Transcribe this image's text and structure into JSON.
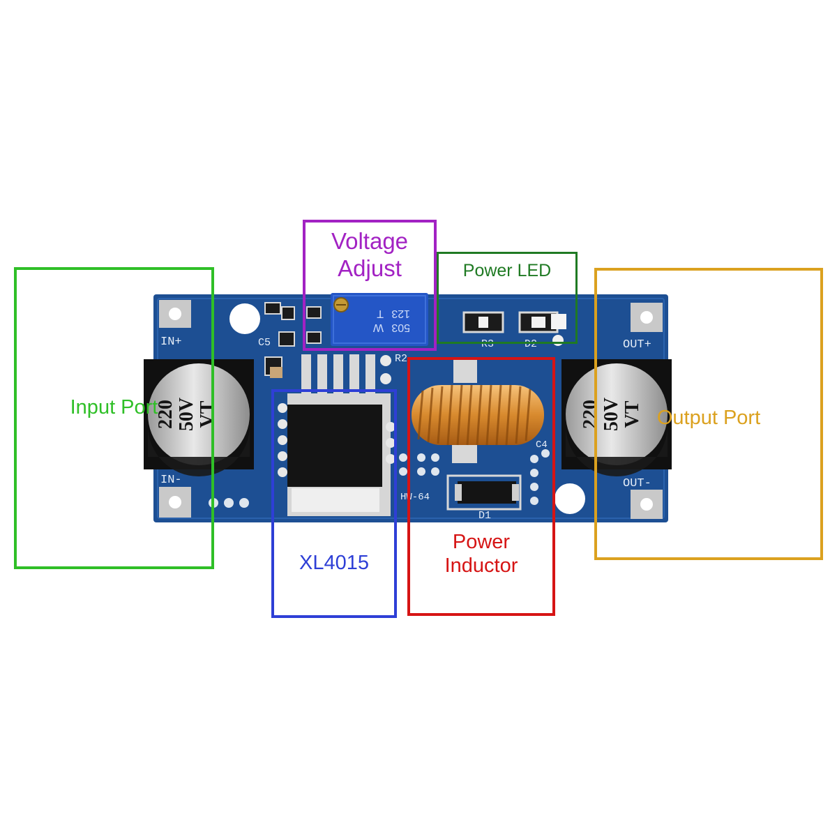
{
  "callouts": {
    "input_port": {
      "label": "Input Port",
      "color": "#2fbf27"
    },
    "voltage_adjust": {
      "label": "Voltage\nAdjust",
      "color": "#a222c3"
    },
    "power_led": {
      "label": "Power LED",
      "color": "#1f7a23"
    },
    "output_port": {
      "label": "Output Port",
      "color": "#dba11f"
    },
    "xl4015": {
      "label": "XL4015",
      "color": "#2e3fd6"
    },
    "power_inductor": {
      "label": "Power\nInductor",
      "color": "#d61414"
    }
  },
  "board": {
    "color": "#1d4f93",
    "silkscreen": {
      "in_plus": "IN+",
      "in_minus": "IN-",
      "out_plus": "OUT+",
      "out_minus": "OUT-",
      "c5": "C5",
      "r2": "R2",
      "r3": "R3",
      "d2": "D2",
      "c4": "C4",
      "d1": "D1",
      "model": "HW-64"
    },
    "capacitor_left": {
      "line1": "220",
      "line2": "50V",
      "line3": "VT"
    },
    "capacitor_right": {
      "line1": "220",
      "line2": "50V",
      "line3": "VT"
    },
    "potentiometer": {
      "line1": "503",
      "line2": "123",
      "marks": "W",
      "marks2": "T"
    }
  }
}
